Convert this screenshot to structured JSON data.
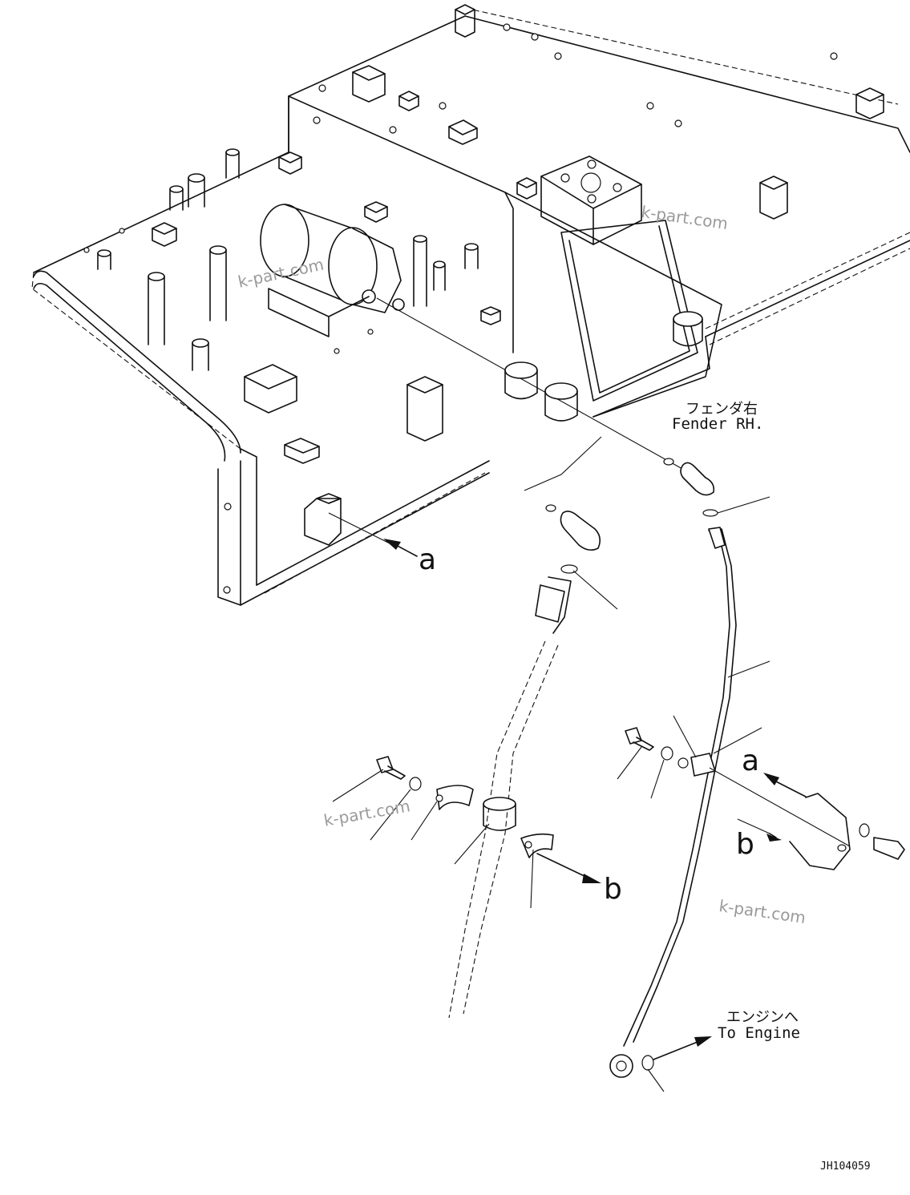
{
  "labels": {
    "fender_jp": "フェンダ右",
    "fender_en": "Fender RH.",
    "engine_jp": "エンジンへ",
    "engine_en": "To Engine",
    "drawing_id": "JH104059"
  },
  "callouts": {
    "a_left": "a",
    "a_right": "a",
    "b_left": "b",
    "b_right": "b"
  },
  "watermarks": [
    "k-part.com",
    "k-part.com",
    "k-part.com",
    "k-part.com"
  ]
}
